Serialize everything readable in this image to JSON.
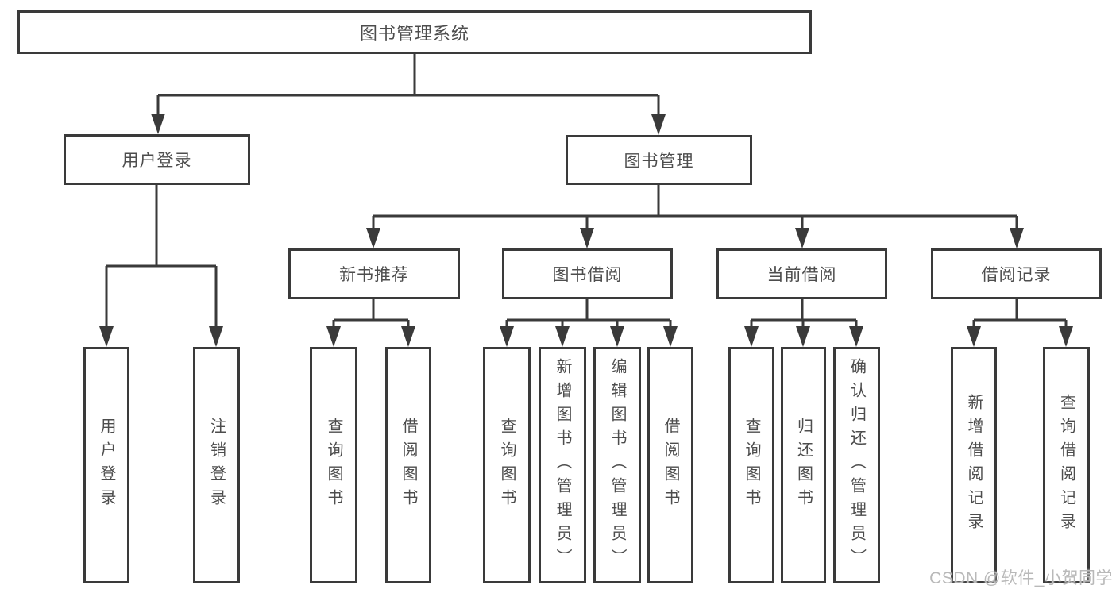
{
  "diagram": {
    "title": "图书管理系统",
    "tree": {
      "root": {
        "label": "图书管理系统"
      },
      "user_login": {
        "label": "用户登录",
        "children": [
          {
            "label": "用户登录"
          },
          {
            "label": "注销登录"
          }
        ]
      },
      "book_management": {
        "label": "图书管理",
        "sections": [
          {
            "label": "新书推荐",
            "children": [
              {
                "label": "查询图书"
              },
              {
                "label": "借阅图书"
              }
            ]
          },
          {
            "label": "图书借阅",
            "children": [
              {
                "label": "查询图书"
              },
              {
                "label": "新增图书（管理员）"
              },
              {
                "label": "编辑图书（管理员）"
              },
              {
                "label": "借阅图书"
              }
            ]
          },
          {
            "label": "当前借阅",
            "children": [
              {
                "label": "查询图书"
              },
              {
                "label": "归还图书"
              },
              {
                "label": "确认归还（管理员）"
              }
            ]
          },
          {
            "label": "借阅记录",
            "children": [
              {
                "label": "新增借阅记录"
              },
              {
                "label": "查询借阅记录"
              }
            ]
          }
        ]
      }
    },
    "watermark": {
      "text": "CSDN @软件_小贺同学"
    },
    "colors": {
      "line": "#3a3a3a",
      "text": "#4d4d4d",
      "watermark": "#b9b9b9",
      "background": "#ffffff"
    }
  }
}
